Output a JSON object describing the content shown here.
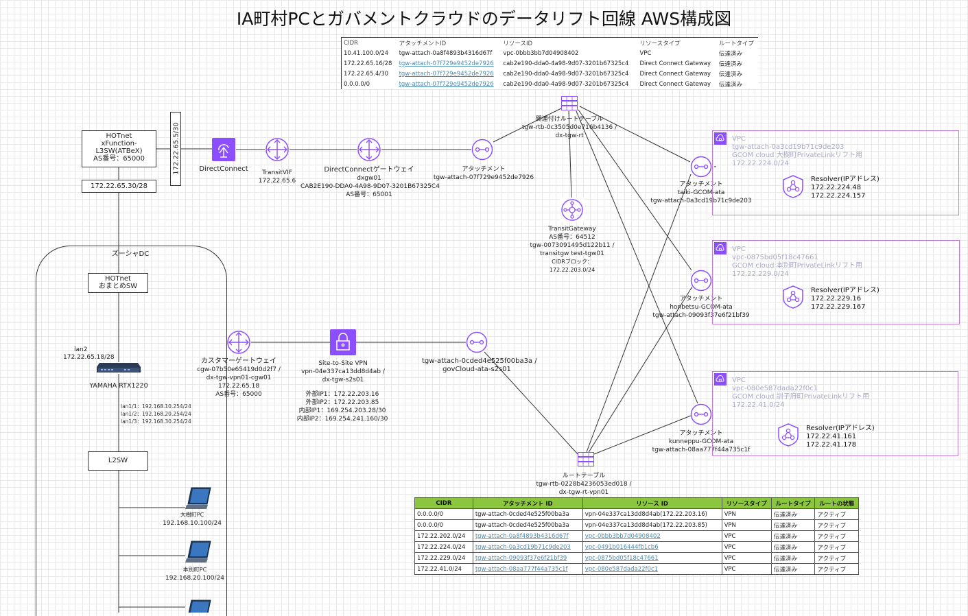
{
  "title": "IA町村PCとガバメントクラウドのデータリフト回線 AWS構成図",
  "colors": {
    "accent_purple": "#8c4fff",
    "table_header_green": "#8cc63f",
    "vpc_border": "#c27ad6"
  },
  "top_table": {
    "headers": [
      "CIDR",
      "アタッチメントID",
      "リソースID",
      "リソースタイプ",
      "ルートタイプ"
    ],
    "rows": [
      [
        "10.41.100.0/24",
        "tgw-attach-0a8f4893b4316d67f",
        "vpc-0bbb3bb7d04908402",
        "VPC",
        "伝達済み"
      ],
      [
        "172.22.65.16/28",
        "tgw-attach-07f729e9452de7926",
        "cab2e190-dda0-4a98-9d07-3201b67325c4",
        "Direct Connect Gateway",
        "伝達済み"
      ],
      [
        "172.22.65.4/30",
        "tgw-attach-07f729e9452de7926",
        "cab2e190-dda0-4a98-9d07-3201b67325c4",
        "Direct Connect Gateway",
        "伝達済み"
      ],
      [
        "0.0.0.0/0",
        "tgw-attach-07f729e9452de7926",
        "cab2e190-dda0-4a98-9d07-3201b67325c4",
        "Direct Connect Gateway",
        "伝達済み"
      ]
    ]
  },
  "hotnet": {
    "l1": "HOTnet",
    "l2": "xFunction-",
    "l3": "L3SW(ATBeX)",
    "l4": "AS番号：65000"
  },
  "hotnet_ip": "172.22.65.30/28",
  "vlink_ip": "172.22.65.5/30",
  "direct_connect": {
    "label": "DirectConnect"
  },
  "transit_vif": {
    "l1": "TransitVIF",
    "l2": "172.22.65.6"
  },
  "dx_gw": {
    "l1": "DirectConnectゲートウェイ",
    "l2": "dxgw01",
    "l3": "CAB2E190-DDA0-4A98-9D07-3201B67325C4",
    "l4": "AS番号：65001"
  },
  "attach_dx": {
    "l1": "アタッチメント",
    "l2": "tgw-attach-07f729e9452de7926"
  },
  "rtb_assoc": {
    "l1": "関連付けルートテーブル",
    "l2": "tgw-rtb-0c3505d0e716b4136 /",
    "l3": "dx-tgw-rt"
  },
  "tgw": {
    "l1": "TransitGateway",
    "l2": "AS番号：64512",
    "l3": "tgw-0073091495d122b11 /",
    "l4": "transitgw test-tgw01",
    "l5": "CIDRブロック：",
    "l6": "172.22.203.0/24"
  },
  "attach_taiki": {
    "l1": "アタッチメント",
    "l2": "taiki-GCOM-ata",
    "l3": "tgw-attach-0a3cd19b71c9de203"
  },
  "attach_honbetsu": {
    "l1": "アタッチメント",
    "l2": "honbetsu-GCOM-ata",
    "l3": "tgw-attach-09093f37e6f21bf39"
  },
  "attach_kunneppu": {
    "l1": "アタッチメント",
    "l2": "kunneppu-GCOM-ata",
    "l3": "tgw-attach-08aa777f44a735c1f"
  },
  "vpcs": [
    {
      "head": "VPC",
      "l1": "tgw-attach-0a3cd19b71c9de203",
      "l2": "GCOM cloud 大樹町PrivateLinkリフト用",
      "l3": "172.22.224.0/24",
      "res": "Resolver(IPアドレス)",
      "ip1": "172.22.224.48",
      "ip2": "172.22.224.157"
    },
    {
      "head": "VPC",
      "l1": "vpc-0875bd05f18c47661",
      "l2": "GCOM cloud 本別町PrivateLinkリフト用",
      "l3": "172.22.229.0/24",
      "res": "Resolver(IPアドレス)",
      "ip1": "172.22.229.16",
      "ip2": "172.22.229.167"
    },
    {
      "head": "VPC",
      "l1": "vpc-080e587dada22f0c1",
      "l2": "GCOM cloud 訓子府町PrivateLinkリフト用",
      "l3": "172.22.41.0/24",
      "res": "Resolver(IPアドレス)",
      "ip1": "172.22.41.161",
      "ip2": "172.22.41.178"
    }
  ],
  "dc_label": "ズーシャDC",
  "omatome": {
    "l1": "HOTnet",
    "l2": "おまとめSW"
  },
  "router": {
    "lan2": "lan2",
    "lan2_ip": "172.22.65.18/28",
    "name": "YAMAHA RTX1220",
    "lan11": "lan1/1：192.168.10.254/24",
    "lan12": "lan1/2：192.168.20.254/24",
    "lan13": "lan1/3：192.168.30.254/24"
  },
  "cgw": {
    "l1": "カスタマーゲートウェイ",
    "l2": "cgw-07b50e65419d0d2f7 /",
    "l3": "dx-tgw-vpn01-cgw01",
    "l4": "172.22.65.18",
    "l5": "AS番号：65000"
  },
  "s2s": {
    "l1": "Site-to-Site VPN",
    "l2": "vpn-04e337ca13dd8d4ab /",
    "l3": "dx-tgw-s2s01",
    "o1": "外部IP1：172.22.203.16",
    "o2": "外部IP2：172.22.203.85",
    "i1": "内部IP1：169.254.203.28/30",
    "i2": "内部IP2：169.254.241.160/30"
  },
  "attach_vpn": {
    "l1": "tgw-attach-0cded4e525f00ba3a /",
    "l2": "govCloud-ata-s2s01"
  },
  "rtb_vpn": {
    "l1": "ルートテーブル",
    "l2": "tgw-rtb-0228b4236053ed018 /",
    "l3": "dx-tgw-rt-vpn01"
  },
  "l2sw": "L2SW",
  "pcs": [
    {
      "l1": "大樹町PC",
      "l2": "192.168.10.100/24"
    },
    {
      "l1": "本別町PC",
      "l2": "192.168.20.100/24"
    }
  ],
  "bottom_table": {
    "headers": [
      "CIDR",
      "アタッチメント ID",
      "リソース ID",
      "リソースタイプ",
      "ルートタイプ",
      "ルートの状態"
    ],
    "rows": [
      [
        "0.0.0.0/0",
        "tgw-attach-0cded4e525f00ba3a",
        "vpn-04e337ca13dd8d4ab(172.22.203.16)",
        "VPN",
        "伝達済み",
        "アクティブ"
      ],
      [
        "0.0.0.0/0",
        "tgw-attach-0cded4e525f00ba3a",
        "vpn-04e337ca13dd8d4ab(172.22.203.85)",
        "VPN",
        "伝達済み",
        "アクティブ"
      ],
      [
        "172.22.202.0/24",
        "tgw-attach-0a8f4893b4316d67f",
        "vpc-0bbb3bb7d04908402",
        "VPC",
        "伝達済み",
        "アクティブ"
      ],
      [
        "172.22.224.0/24",
        "tgw-attach-0a3cd19b71c9de203",
        "vpc-0491b016444fb1cb6",
        "VPC",
        "伝達済み",
        "アクティブ"
      ],
      [
        "172.22.229.0/24",
        "tgw-attach-09093f37e6f21bf39",
        "vpc-0875bd05f18c47661",
        "VPC",
        "伝達済み",
        "アクティブ"
      ],
      [
        "172.22.41.0/24",
        "tgw-attach-08aa777f44a735c1f",
        "vpc-080e587dada22f0c1",
        "VPC",
        "伝達済み",
        "アクティブ"
      ]
    ]
  }
}
